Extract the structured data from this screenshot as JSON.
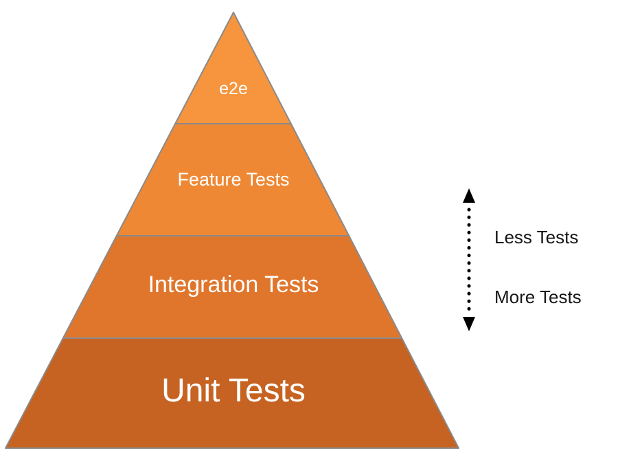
{
  "diagram": {
    "layers": [
      {
        "label": "e2e",
        "color": "#F6953E"
      },
      {
        "label": "Feature Tests",
        "color": "#EE8834"
      },
      {
        "label": "Integration Tests",
        "color": "#E0762C"
      },
      {
        "label": "Unit Tests",
        "color": "#C66322"
      }
    ],
    "annotations": {
      "less_label": "Less Tests",
      "more_label": "More Tests"
    },
    "colors": {
      "border": "#8A8A8A",
      "layer_text": "#FFFFFF",
      "annotation_text": "#161616",
      "arrow": "#000000",
      "background": "#FFFFFF"
    }
  }
}
